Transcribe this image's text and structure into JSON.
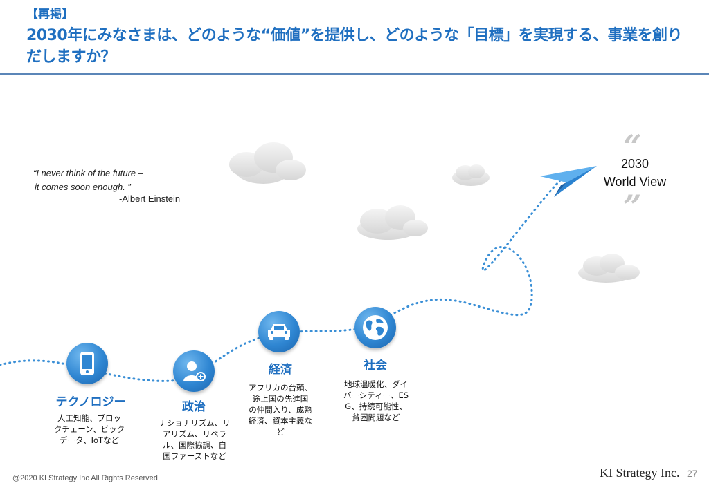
{
  "header": {
    "tag": "【再掲】",
    "headline": "2030年にみなさまは、どのような“価値”を提供し、どのような「目標」を実現する、事業を創りだしますか？"
  },
  "quote": {
    "line1": "“I never think of the future –",
    "line2": "it comes soon enough. ”",
    "author": "-Albert Einstein"
  },
  "goal": {
    "line1": "2030",
    "line2": "World View",
    "open_quote": "“",
    "close_quote": "”"
  },
  "categories": [
    {
      "icon": "smartphone-icon",
      "label": "テクノロジー",
      "desc": "人工知能、ブロッ\nクチェーン、ビック\nデータ、IoTなど"
    },
    {
      "icon": "user-add-icon",
      "label": "政治",
      "desc": "ナショナリズム、リ\nアリズム、リベラ\nル、国際協調、自\n国ファーストなど"
    },
    {
      "icon": "car-icon",
      "label": "経済",
      "desc": "アフリカの台頭、\n途上国の先進国\nの仲間入り、成熟\n経済、資本主義な\nど"
    },
    {
      "icon": "globe-icon",
      "label": "社会",
      "desc": "地球温暖化、ダイ\nバーシティー、ES\nG、持続可能性、\n貧困問題など"
    }
  ],
  "footer": {
    "copyright": "@2020 KI Strategy Inc  All Rights Reserved",
    "brand": "KI Strategy Inc.",
    "page": "27"
  },
  "colors": {
    "accent": "#1f6fc0",
    "badge": "#2f86d2",
    "path": "#3a8fd6",
    "plane": "#2a82d0"
  }
}
